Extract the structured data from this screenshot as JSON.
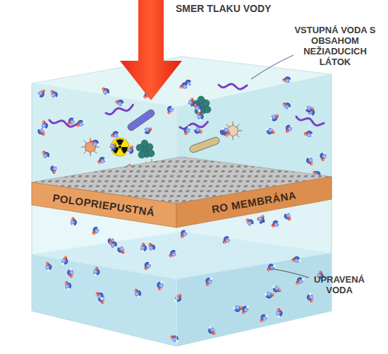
{
  "diagram": {
    "nodes": [
      {
        "text": [
          "POLOPRIEPUSTNÁ",
          "RO MEMBRÁNA"
        ]
      }
    ],
    "labels": [
      "SMER TLAKU VODY",
      "VSTUPNÁ VODA S OBSAHOM NEŽIADUCICH LÁTOK",
      "UPRAVENÁ VODA"
    ]
  }
}
